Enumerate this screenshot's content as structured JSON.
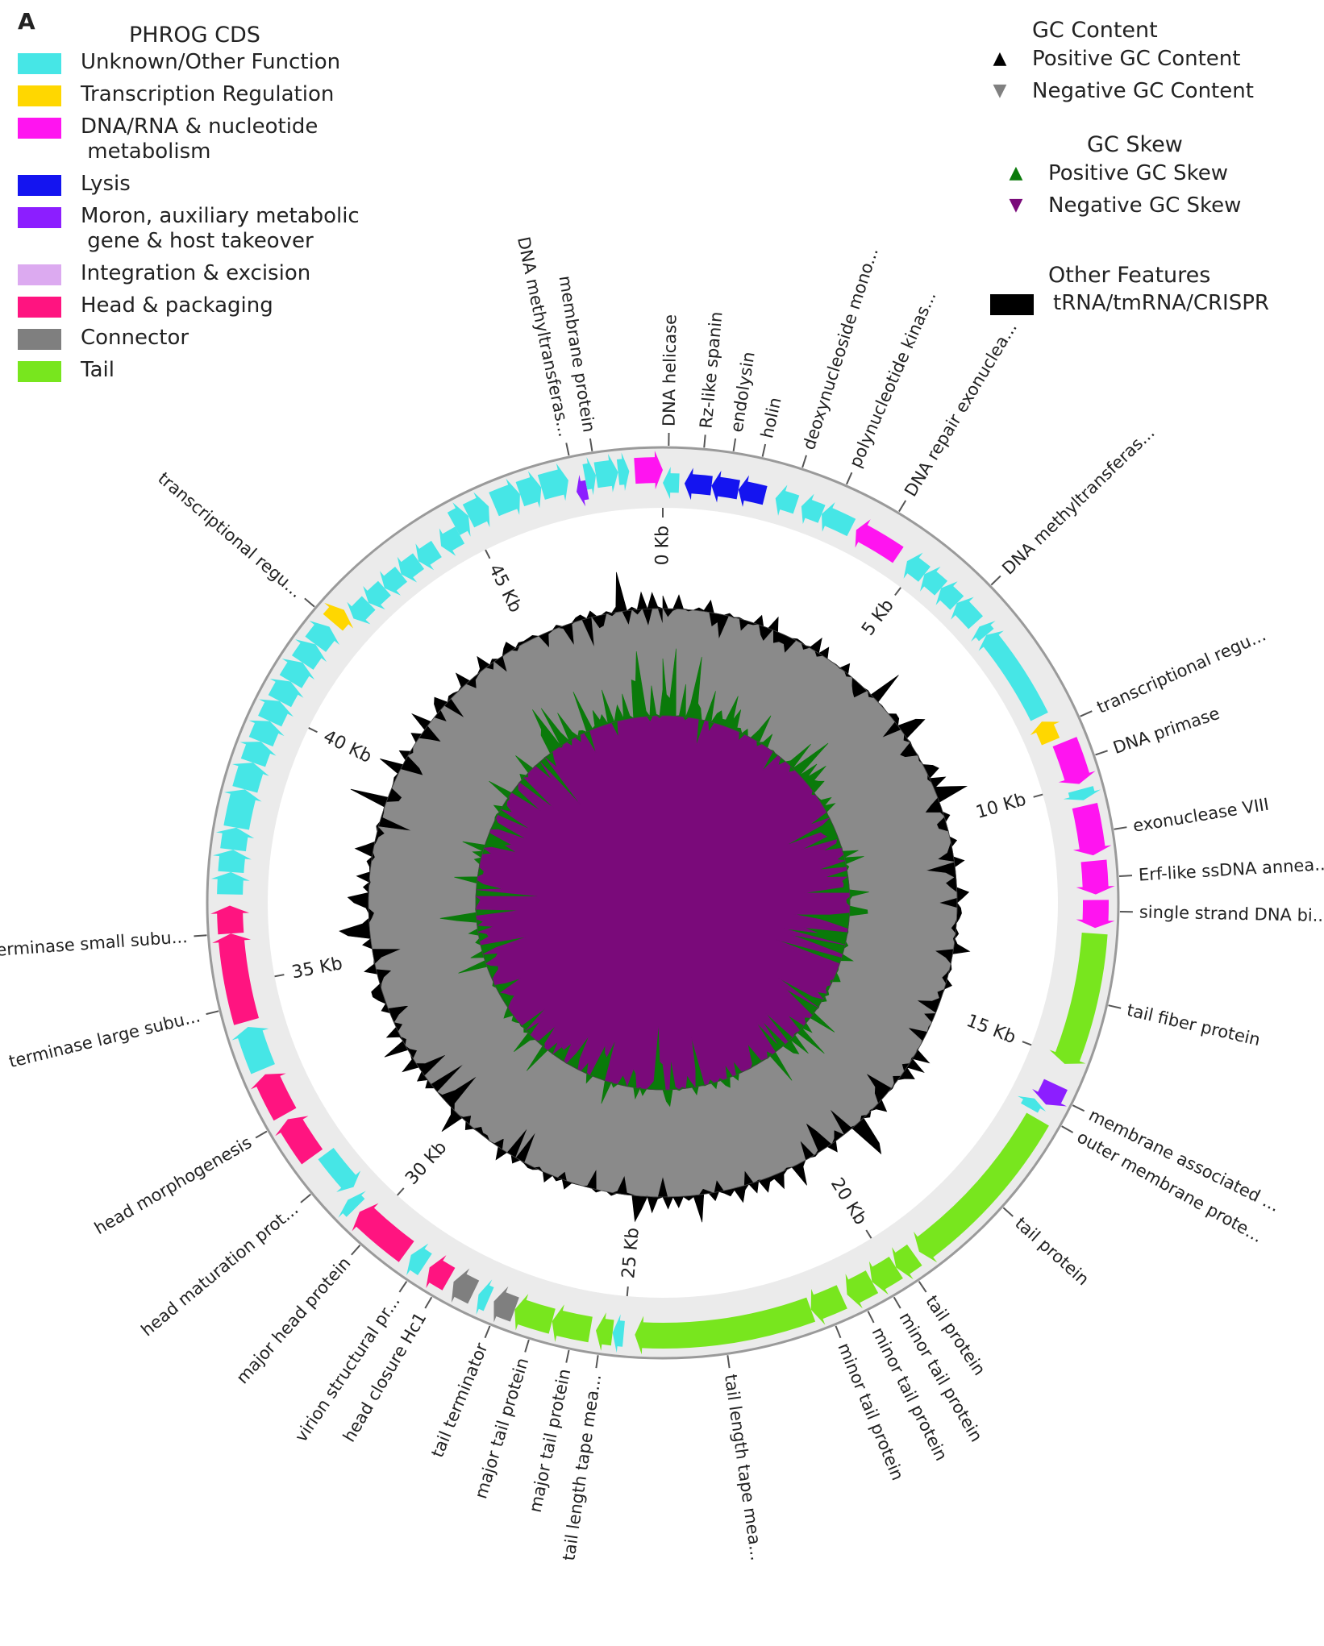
{
  "panel_label": "A",
  "phrog_legend": {
    "title": "PHROG CDS",
    "items": [
      {
        "label": "Unknown/Other Function",
        "color": "#46e6e6"
      },
      {
        "label": "Transcription Regulation",
        "color": "#ffd700"
      },
      {
        "label": "DNA/RNA & nucleotide\n metabolism",
        "color": "#ff14f0"
      },
      {
        "label": "Lysis",
        "color": "#1414f0"
      },
      {
        "label": "Moron, auxiliary metabolic\n gene & host takeover",
        "color": "#8c1eff"
      },
      {
        "label": "Integration & excision",
        "color": "#dcaaf0"
      },
      {
        "label": "Head & packaging",
        "color": "#ff1480"
      },
      {
        "label": "Connector",
        "color": "#7f7f7f"
      },
      {
        "label": "Tail",
        "color": "#78e61e"
      }
    ]
  },
  "gc_content_legend": {
    "title": "GC Content",
    "items": [
      {
        "label": "Positive GC Content",
        "symbol": "▲",
        "color": "#000000"
      },
      {
        "label": "Negative GC Content",
        "symbol": "▼",
        "color": "#808080"
      }
    ]
  },
  "gc_skew_legend": {
    "title": "GC Skew",
    "items": [
      {
        "label": "Positive GC Skew",
        "symbol": "▲",
        "color": "#0a7a0a"
      },
      {
        "label": "Negative GC Skew",
        "symbol": "▼",
        "color": "#7a0a7a"
      }
    ]
  },
  "other_legend": {
    "title": "Other Features",
    "items": [
      {
        "label": "tRNA/tmRNA/CRISPR",
        "color": "#000000"
      }
    ]
  },
  "genome_map": {
    "genome_length_kb": 48.6,
    "ticks": [
      {
        "kb": 0,
        "label": "0 Kb"
      },
      {
        "kb": 5,
        "label": "5 Kb"
      },
      {
        "kb": 10,
        "label": "10 Kb"
      },
      {
        "kb": 15,
        "label": "15 Kb"
      },
      {
        "kb": 20,
        "label": "20 Kb"
      },
      {
        "kb": 25,
        "label": "25 Kb"
      },
      {
        "kb": 30,
        "label": "30 Kb"
      },
      {
        "kb": 35,
        "label": "35 Kb"
      },
      {
        "kb": 40,
        "label": "40 Kb"
      },
      {
        "kb": 45,
        "label": "45 Kb"
      }
    ],
    "features": [
      {
        "start": 0.0,
        "end": 0.3,
        "strand": -1,
        "category": "Unknown/Other Function"
      },
      {
        "start": 0.4,
        "end": 0.9,
        "strand": -1,
        "category": "Lysis"
      },
      {
        "start": 0.9,
        "end": 1.4,
        "strand": -1,
        "category": "Lysis"
      },
      {
        "start": 1.4,
        "end": 1.9,
        "strand": -1,
        "category": "Lysis"
      },
      {
        "start": 2.1,
        "end": 2.5,
        "strand": -1,
        "category": "Unknown/Other Function"
      },
      {
        "start": 2.6,
        "end": 3.0,
        "strand": -1,
        "category": "Unknown/Other Function"
      },
      {
        "start": 3.0,
        "end": 3.6,
        "strand": -1,
        "category": "Unknown/Other Function"
      },
      {
        "start": 3.7,
        "end": 4.6,
        "strand": -1,
        "category": "DNA/RNA & nucleotide\n metabolism"
      },
      {
        "start": 4.8,
        "end": 5.2,
        "strand": -1,
        "category": "Unknown/Other Function"
      },
      {
        "start": 5.2,
        "end": 5.6,
        "strand": -1,
        "category": "Unknown/Other Function"
      },
      {
        "start": 5.6,
        "end": 6.0,
        "strand": -1,
        "category": "Unknown/Other Function"
      },
      {
        "start": 6.0,
        "end": 6.5,
        "strand": -1,
        "category": "Unknown/Other Function"
      },
      {
        "start": 6.6,
        "end": 6.8,
        "strand": -1,
        "category": "Unknown/Other Function"
      },
      {
        "start": 6.8,
        "end": 8.6,
        "strand": -1,
        "category": "Unknown/Other Function"
      },
      {
        "start": 8.7,
        "end": 9.1,
        "strand": -1,
        "category": "Transcription Regulation"
      },
      {
        "start": 9.2,
        "end": 10.0,
        "strand": 1,
        "category": "DNA/RNA & nucleotide\n metabolism"
      },
      {
        "start": 10.1,
        "end": 10.3,
        "strand": 1,
        "category": "Unknown/Other Function"
      },
      {
        "start": 10.4,
        "end": 11.3,
        "strand": 1,
        "category": "DNA/RNA & nucleotide\n metabolism"
      },
      {
        "start": 11.4,
        "end": 12.0,
        "strand": 1,
        "category": "DNA/RNA & nucleotide\n metabolism"
      },
      {
        "start": 12.1,
        "end": 12.6,
        "strand": 1,
        "category": "DNA/RNA & nucleotide\n metabolism"
      },
      {
        "start": 12.7,
        "end": 15.1,
        "strand": 1,
        "category": "Tail"
      },
      {
        "start": 15.5,
        "end": 15.9,
        "strand": 1,
        "category": "Moron, auxiliary metabolic\n gene & host takeover"
      },
      {
        "start": 15.9,
        "end": 16.1,
        "strand": -1,
        "category": "Unknown/Other Function"
      },
      {
        "start": 16.2,
        "end": 19.4,
        "strand": 1,
        "category": "Tail"
      },
      {
        "start": 19.5,
        "end": 19.9,
        "strand": 1,
        "category": "Tail"
      },
      {
        "start": 19.9,
        "end": 20.4,
        "strand": 1,
        "category": "Tail"
      },
      {
        "start": 20.4,
        "end": 20.9,
        "strand": 1,
        "category": "Tail"
      },
      {
        "start": 21.0,
        "end": 21.6,
        "strand": 1,
        "category": "Tail"
      },
      {
        "start": 21.6,
        "end": 24.8,
        "strand": 1,
        "category": "Tail"
      },
      {
        "start": 25.0,
        "end": 25.2,
        "strand": 1,
        "category": "Unknown/Other Function"
      },
      {
        "start": 25.2,
        "end": 25.5,
        "strand": 1,
        "category": "Tail"
      },
      {
        "start": 25.6,
        "end": 26.3,
        "strand": 1,
        "category": "Tail"
      },
      {
        "start": 26.3,
        "end": 27.0,
        "strand": 1,
        "category": "Tail"
      },
      {
        "start": 27.0,
        "end": 27.4,
        "strand": 1,
        "category": "Connector"
      },
      {
        "start": 27.5,
        "end": 27.7,
        "strand": 1,
        "category": "Unknown/Other Function"
      },
      {
        "start": 27.8,
        "end": 28.2,
        "strand": 1,
        "category": "Connector"
      },
      {
        "start": 28.3,
        "end": 28.7,
        "strand": 1,
        "category": "Head & packaging"
      },
      {
        "start": 28.8,
        "end": 29.1,
        "strand": 1,
        "category": "Unknown/Other Function"
      },
      {
        "start": 29.2,
        "end": 30.3,
        "strand": 1,
        "category": "Head & packaging"
      },
      {
        "start": 30.4,
        "end": 30.6,
        "strand": 1,
        "category": "Unknown/Other Function"
      },
      {
        "start": 30.7,
        "end": 31.5,
        "strand": -1,
        "category": "Unknown/Other Function"
      },
      {
        "start": 31.6,
        "end": 32.4,
        "strand": 1,
        "category": "Head & packaging"
      },
      {
        "start": 32.5,
        "end": 33.3,
        "strand": 1,
        "category": "Head & packaging"
      },
      {
        "start": 33.4,
        "end": 34.2,
        "strand": 1,
        "category": "Unknown/Other Function"
      },
      {
        "start": 34.3,
        "end": 35.9,
        "strand": 1,
        "category": "Head & packaging"
      },
      {
        "start": 35.9,
        "end": 36.4,
        "strand": 1,
        "category": "Head & packaging"
      },
      {
        "start": 36.6,
        "end": 37.0,
        "strand": 1,
        "category": "Unknown/Other Function"
      },
      {
        "start": 37.0,
        "end": 37.4,
        "strand": 1,
        "category": "Unknown/Other Function"
      },
      {
        "start": 37.4,
        "end": 37.8,
        "strand": 1,
        "category": "Unknown/Other Function"
      },
      {
        "start": 37.8,
        "end": 38.5,
        "strand": 1,
        "category": "Unknown/Other Function"
      },
      {
        "start": 38.5,
        "end": 39.0,
        "strand": 1,
        "category": "Unknown/Other Function"
      },
      {
        "start": 39.0,
        "end": 39.4,
        "strand": 1,
        "category": "Unknown/Other Function"
      },
      {
        "start": 39.4,
        "end": 39.8,
        "strand": 1,
        "category": "Unknown/Other Function"
      },
      {
        "start": 39.8,
        "end": 40.2,
        "strand": 1,
        "category": "Unknown/Other Function"
      },
      {
        "start": 40.2,
        "end": 40.6,
        "strand": 1,
        "category": "Unknown/Other Function"
      },
      {
        "start": 40.6,
        "end": 41.0,
        "strand": 1,
        "category": "Unknown/Other Function"
      },
      {
        "start": 41.0,
        "end": 41.4,
        "strand": 1,
        "category": "Unknown/Other Function"
      },
      {
        "start": 41.4,
        "end": 41.8,
        "strand": 1,
        "category": "Unknown/Other Function"
      },
      {
        "start": 41.9,
        "end": 42.2,
        "strand": 1,
        "category": "Transcription Regulation"
      },
      {
        "start": 42.2,
        "end": 42.6,
        "strand": -1,
        "category": "Unknown/Other Function"
      },
      {
        "start": 42.6,
        "end": 43.0,
        "strand": -1,
        "category": "Unknown/Other Function"
      },
      {
        "start": 43.0,
        "end": 43.4,
        "strand": -1,
        "category": "Unknown/Other Function"
      },
      {
        "start": 43.4,
        "end": 43.8,
        "strand": -1,
        "category": "Unknown/Other Function"
      },
      {
        "start": 43.8,
        "end": 44.2,
        "strand": -1,
        "category": "Unknown/Other Function"
      },
      {
        "start": 44.3,
        "end": 44.7,
        "strand": -1,
        "category": "Unknown/Other Function"
      },
      {
        "start": 44.7,
        "end": 45.0,
        "strand": 1,
        "category": "Unknown/Other Function"
      },
      {
        "start": 45.0,
        "end": 45.4,
        "strand": 1,
        "category": "Unknown/Other Function"
      },
      {
        "start": 45.5,
        "end": 46.0,
        "strand": 1,
        "category": "Unknown/Other Function"
      },
      {
        "start": 46.0,
        "end": 46.4,
        "strand": 1,
        "category": "Unknown/Other Function"
      },
      {
        "start": 46.4,
        "end": 46.9,
        "strand": 1,
        "category": "Unknown/Other Function"
      },
      {
        "start": 47.0,
        "end": 47.2,
        "strand": -1,
        "category": "Moron, auxiliary metabolic\n gene & host takeover"
      },
      {
        "start": 47.2,
        "end": 47.4,
        "strand": 1,
        "category": "Unknown/Other Function"
      },
      {
        "start": 47.4,
        "end": 47.8,
        "strand": 1,
        "category": "Unknown/Other Function"
      },
      {
        "start": 47.8,
        "end": 48.0,
        "strand": 1,
        "category": "Unknown/Other Function"
      },
      {
        "start": 48.1,
        "end": 49.6,
        "strand": 1,
        "category": "DNA/RNA & nucleotide\n metabolism"
      },
      {
        "start": 49.6,
        "end": 50.0,
        "strand": 1,
        "category": "Unknown/Other Function"
      }
    ],
    "gene_labels": [
      {
        "kb": 0.7,
        "text": "Rz-like spanin"
      },
      {
        "kb": 1.2,
        "text": "endolysin"
      },
      {
        "kb": 1.7,
        "text": "holin"
      },
      {
        "kb": 2.4,
        "text": "deoxynucleoside mono..."
      },
      {
        "kb": 3.2,
        "text": "polynucleotide kinas..."
      },
      {
        "kb": 4.2,
        "text": "DNA repair exonuclea..."
      },
      {
        "kb": 6.2,
        "text": "DNA methyltransferas..."
      },
      {
        "kb": 8.9,
        "text": "transcriptional regu..."
      },
      {
        "kb": 9.6,
        "text": "DNA primase"
      },
      {
        "kb": 10.9,
        "text": "exonuclease VIII"
      },
      {
        "kb": 11.7,
        "text": "Erf-like ssDNA annea..."
      },
      {
        "kb": 12.3,
        "text": "single strand DNA bi..."
      },
      {
        "kb": 13.9,
        "text": "tail fiber protein"
      },
      {
        "kb": 15.7,
        "text": "membrane associated ..."
      },
      {
        "kb": 16.1,
        "text": "outer membrane prote..."
      },
      {
        "kb": 17.8,
        "text": "tail protein"
      },
      {
        "kb": 19.7,
        "text": "tail protein"
      },
      {
        "kb": 20.2,
        "text": "minor tail protein"
      },
      {
        "kb": 20.7,
        "text": "minor tail protein"
      },
      {
        "kb": 21.3,
        "text": "minor tail protein"
      },
      {
        "kb": 23.2,
        "text": "tail length tape mea..."
      },
      {
        "kb": 25.4,
        "text": "tail length tape mea..."
      },
      {
        "kb": 25.9,
        "text": "major tail protein"
      },
      {
        "kb": 26.6,
        "text": "major tail protein"
      },
      {
        "kb": 27.3,
        "text": "tail terminator"
      },
      {
        "kb": 28.4,
        "text": "head closure Hc1"
      },
      {
        "kb": 28.9,
        "text": "virion structural pr..."
      },
      {
        "kb": 29.9,
        "text": "major head protein"
      },
      {
        "kb": 31.1,
        "text": "head maturation prot..."
      },
      {
        "kb": 32.4,
        "text": "head morphogenesis"
      },
      {
        "kb": 34.6,
        "text": "terminase large subu..."
      },
      {
        "kb": 35.9,
        "text": "terminase small subu..."
      },
      {
        "kb": 41.9,
        "text": "transcriptional regu..."
      },
      {
        "kb": 47.0,
        "text": "DNA methyltransferas..."
      },
      {
        "kb": 47.4,
        "text": "membrane protein"
      },
      {
        "kb": 48.7,
        "text": "DNA helicase"
      }
    ]
  }
}
